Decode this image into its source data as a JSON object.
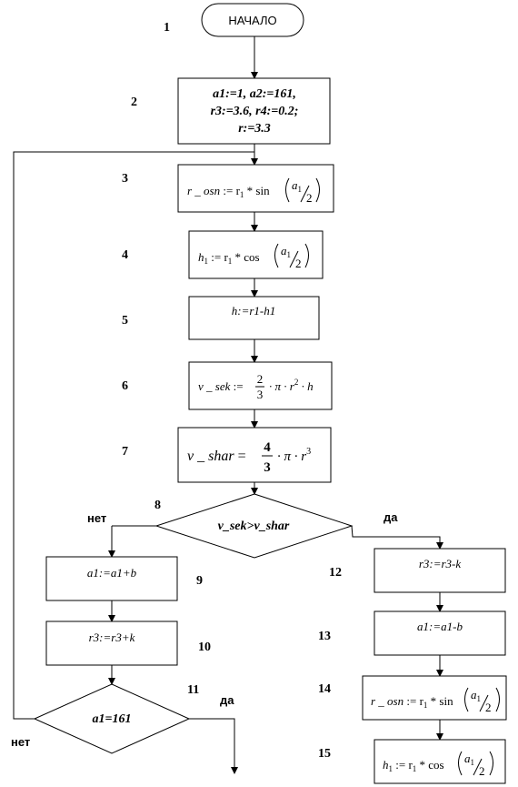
{
  "start": {
    "label": "НАЧАЛО"
  },
  "step_numbers": [
    "1",
    "2",
    "3",
    "4",
    "5",
    "6",
    "7",
    "8",
    "9",
    "10",
    "11",
    "12",
    "13",
    "14",
    "15"
  ],
  "init": {
    "line1": "a1:=1, a2:=161,",
    "line2": "r3:=3.6, r4:=0.2;",
    "line3": "r:=3.3"
  },
  "f3": {
    "lhs": "r _ osn",
    "mid": " := r",
    "sub": "1",
    "op": " * sin",
    "num": "a",
    "numsub": "1",
    "den": "2"
  },
  "f4": {
    "lhs": "h",
    "lhssub": "1",
    "mid": " := r",
    "sub": "1",
    "op": " * cos",
    "num": "a",
    "numsub": "1",
    "den": "2"
  },
  "f5": {
    "text": "h:=r1-h1"
  },
  "f6": {
    "lhs": "v _ sek",
    "mid": " := ",
    "fn": "2",
    "fd": "3",
    "rest": "· π · r",
    "exp": "2",
    "tail": " · h"
  },
  "f7": {
    "lhs": "v _ shar",
    "mid": " = ",
    "fn": "4",
    "fd": "3",
    "rest": "· π · r",
    "exp": "3"
  },
  "cond8": {
    "text": "v_sek>v_shar"
  },
  "f9": {
    "text": "a1:=a1+b"
  },
  "f10": {
    "text": "r3:=r3+k"
  },
  "cond11": {
    "text": "a1=161"
  },
  "f12": {
    "text": "r3:=r3-k"
  },
  "f13": {
    "text": "a1:=a1-b"
  },
  "f14": {
    "lhs": "r _ osn",
    "mid": " := r",
    "sub": "1",
    "op": " * sin",
    "num": "a",
    "numsub": "1",
    "den": "2"
  },
  "f15": {
    "lhs": "h",
    "lhssub": "1",
    "mid": " := r",
    "sub": "1",
    "op": " * cos",
    "num": "a",
    "numsub": "1",
    "den": "2"
  },
  "labels": {
    "no_8": "нет",
    "yes_8": "да",
    "yes_11": "да",
    "no_11": "нет"
  }
}
